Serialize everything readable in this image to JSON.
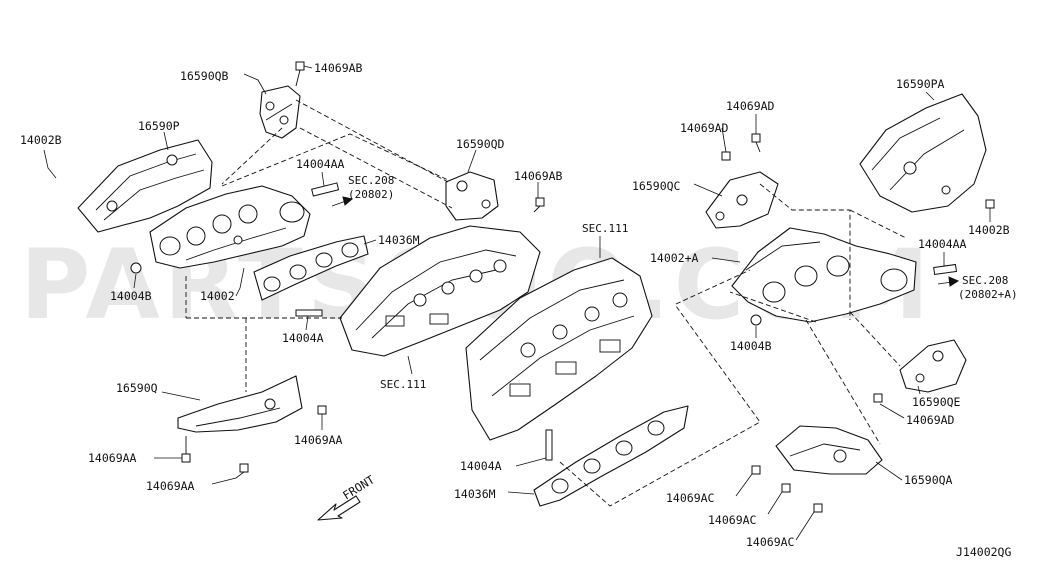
{
  "watermark": "PARTSOUQ.COM",
  "diagram_code": "J14002QG",
  "front_label": "FRONT",
  "labels": {
    "p16590QB": "16590QB",
    "p14069AB_top": "14069AB",
    "p14002B_left": "14002B",
    "p16590P": "16590P",
    "p14004AA_left": "14004AA",
    "sec208_left": "SEC.208",
    "sec208_left_ref": "(20802)",
    "p16590QD": "16590QD",
    "p14069AB_mid": "14069AB",
    "p14036M_top": "14036M",
    "p14004B_left": "14004B",
    "p14002": "14002",
    "p14004A_left": "14004A",
    "sec111_left": "SEC.111",
    "p16590Q": "16590Q",
    "p14069AA_right": "14069AA",
    "p14069AA_left": "14069AA",
    "p14069AA_bottom": "14069AA",
    "sec111_mid": "SEC.111",
    "p14069AD_top": "14069AD",
    "p14069AD_left": "14069AD",
    "p16590QC": "16590QC",
    "p14002A": "14002+A",
    "p16590PA": "16590PA",
    "p14002B_right": "14002B",
    "p14004AA_right": "14004AA",
    "sec208_right": "SEC.208",
    "sec208_right_ref": "(20802+A)",
    "p14004B_right": "14004B",
    "p16590QE": "16590QE",
    "p14069AD_right": "14069AD",
    "p14004A_bottom": "14004A",
    "p14036M_bottom": "14036M",
    "p14069AC_1": "14069AC",
    "p14069AC_2": "14069AC",
    "p14069AC_3": "14069AC",
    "p16590QA": "16590QA"
  }
}
